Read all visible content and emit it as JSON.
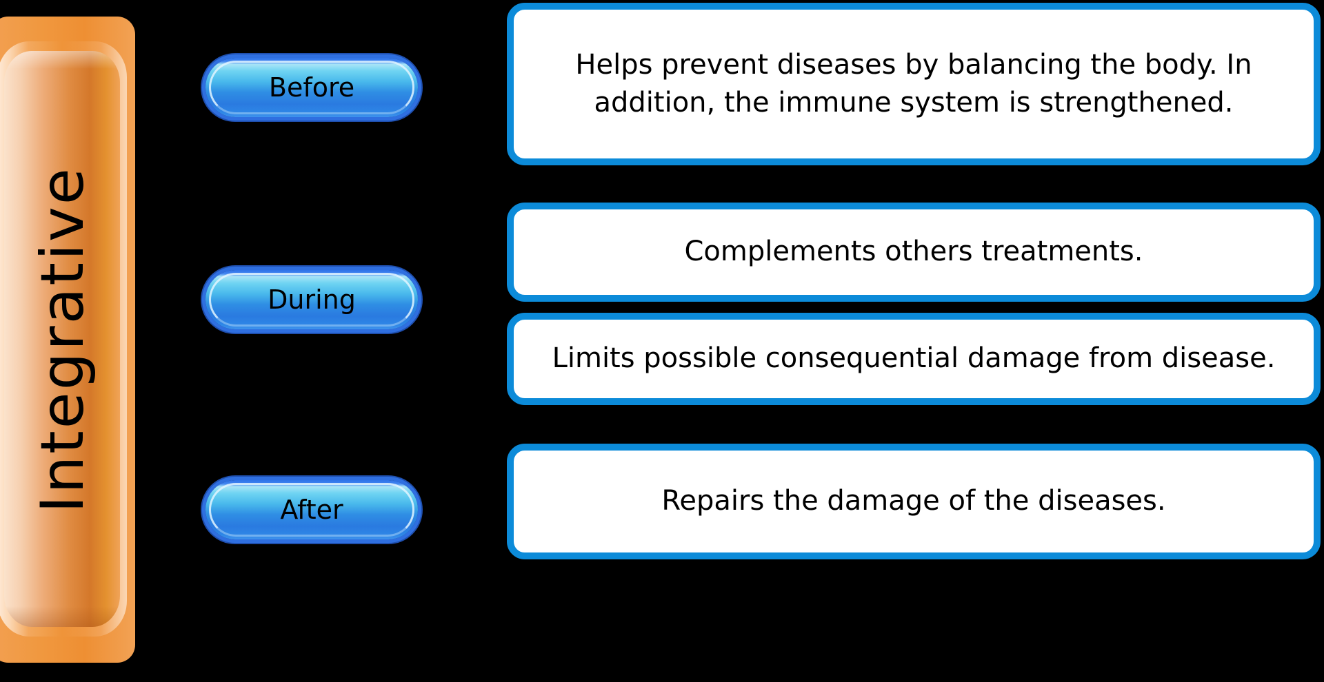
{
  "diagram": {
    "title": "Integrative",
    "background_color": "#000000",
    "accent_orange": "#ee8f33",
    "accent_blue_pill": "#2f8ee4",
    "accent_blue_card_border": "#0c8bd9",
    "category_label": {
      "text": "Integrative",
      "orientation": "vertical-rotated-90-ccw"
    },
    "stages": [
      {
        "id": "before",
        "label": "Before",
        "description": "Helps prevent diseases by balancing the body. In addition, the immune system is strengthened."
      },
      {
        "id": "during",
        "label": "During",
        "description": "Complements others treatments.",
        "description_2": "Limits possible consequential damage from disease."
      },
      {
        "id": "after",
        "label": "After",
        "description": "Repairs the damage of the diseases."
      }
    ],
    "cards": [
      {
        "id": "card-before",
        "text": "Helps prevent diseases by balancing the body. In addition, the immune system is strengthened."
      },
      {
        "id": "card-during-1",
        "text": "Complements others treatments."
      },
      {
        "id": "card-during-2",
        "text": "Limits possible consequential damage from disease."
      },
      {
        "id": "card-after",
        "text": "Repairs the damage of the diseases."
      }
    ]
  }
}
